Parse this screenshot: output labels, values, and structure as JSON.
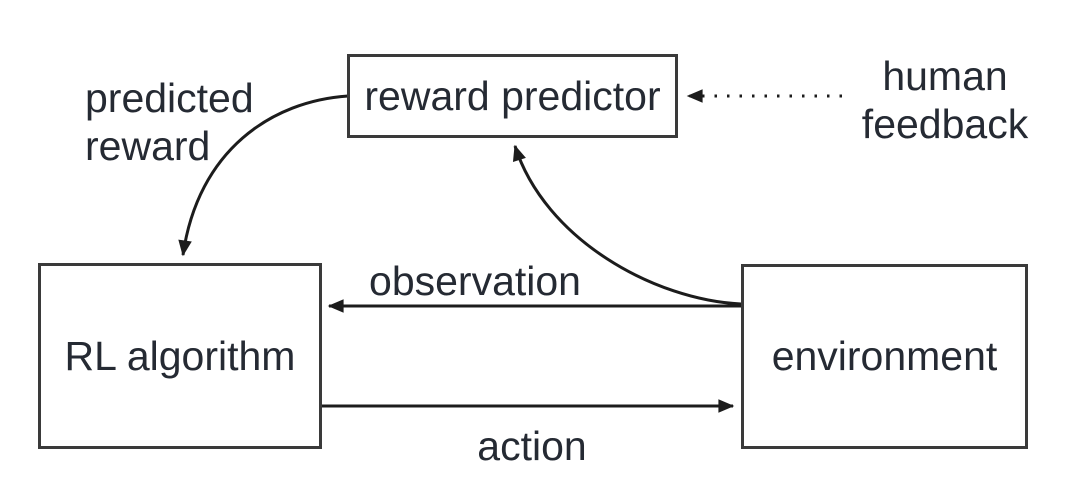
{
  "diagram": {
    "nodes": {
      "reward_predictor": {
        "label": "reward predictor"
      },
      "rl_algorithm": {
        "label": "RL algorithm"
      },
      "environment": {
        "label": "environment"
      }
    },
    "edge_labels": {
      "predicted_reward": "predicted\nreward",
      "human_feedback": "human\nfeedback",
      "observation": "observation",
      "action": "action"
    },
    "edges": [
      {
        "name": "predicted-reward-arrow",
        "from": "reward predictor",
        "to": "RL algorithm",
        "style": "solid-curved",
        "label": "predicted reward"
      },
      {
        "name": "human-feedback-arrow",
        "from": "human feedback",
        "to": "reward predictor",
        "style": "dotted",
        "label": "human feedback"
      },
      {
        "name": "observation-arrow",
        "from": "environment",
        "to": "RL algorithm",
        "style": "solid",
        "label": "observation"
      },
      {
        "name": "action-arrow",
        "from": "RL algorithm",
        "to": "environment",
        "style": "solid",
        "label": "action"
      },
      {
        "name": "environment-to-reward-predictor-arrow",
        "from": "environment",
        "to": "reward predictor",
        "style": "solid-curved",
        "label": ""
      }
    ],
    "colors": {
      "line": "#1c1c1c",
      "box_border": "#3a3a3a",
      "text": "#252a33",
      "background": "#ffffff"
    }
  }
}
